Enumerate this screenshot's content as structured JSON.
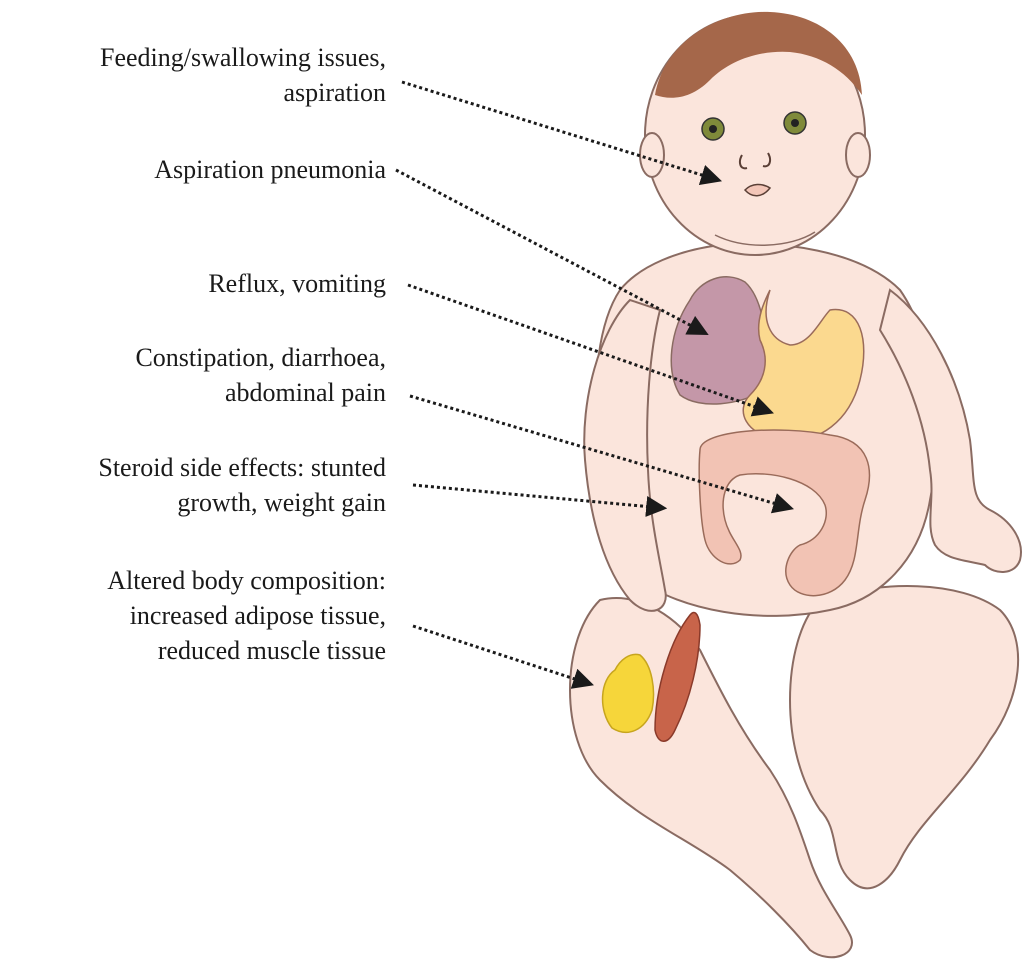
{
  "annotations": [
    {
      "id": "feeding",
      "lines": [
        "Feeding/swallowing issues,",
        "aspiration"
      ]
    },
    {
      "id": "pneumonia",
      "lines": [
        "Aspiration pneumonia"
      ]
    },
    {
      "id": "reflux",
      "lines": [
        "Reflux, vomiting"
      ]
    },
    {
      "id": "constipation",
      "lines": [
        "Constipation, diarrhoea,",
        "abdominal pain"
      ]
    },
    {
      "id": "steroid",
      "lines": [
        "Steroid side effects: stunted",
        "growth, weight gain"
      ]
    },
    {
      "id": "body-composition",
      "lines": [
        "Altered body composition:",
        "increased adipose tissue,",
        "reduced muscle tissue"
      ]
    }
  ],
  "colors": {
    "skin": "#fbe5dc",
    "skin_outline": "#8a6b62",
    "hair": "#a5674a",
    "lung": "#c497a8",
    "stomach": "#fbd98f",
    "intestine": "#f2c3b4",
    "adipose": "#f6d63a",
    "muscle": "#c8644a",
    "arrow": "#1a1a1a",
    "eye": "#7f8a3a"
  }
}
